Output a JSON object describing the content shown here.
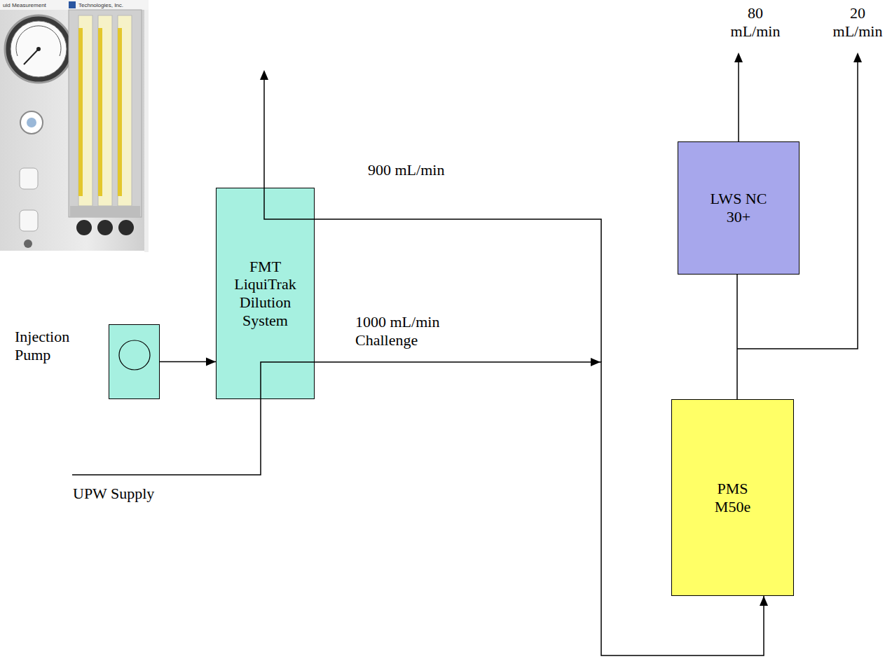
{
  "diagram": {
    "nodes": [
      {
        "text": [
          "Injection Pump"
        ]
      },
      {
        "text": [
          "FMT LiquiTrak Dilution System"
        ]
      },
      {
        "text": [
          "LWS NC 30+"
        ]
      },
      {
        "text": [
          "PMS M50e"
        ]
      }
    ],
    "edges": [
      {
        "from": 0,
        "to": 1,
        "arrow": "to"
      },
      {
        "from": 1,
        "to": 3,
        "arrow": "to",
        "label": "1000 mL/min Challenge"
      },
      {
        "from": 3,
        "to": 2,
        "arrow": "none"
      }
    ],
    "labels": [
      "uid Measurement",
      "Technologies, Inc.",
      "900 mL/min",
      "80 mL/min",
      "20 mL/min",
      "UPW Supply"
    ]
  }
}
